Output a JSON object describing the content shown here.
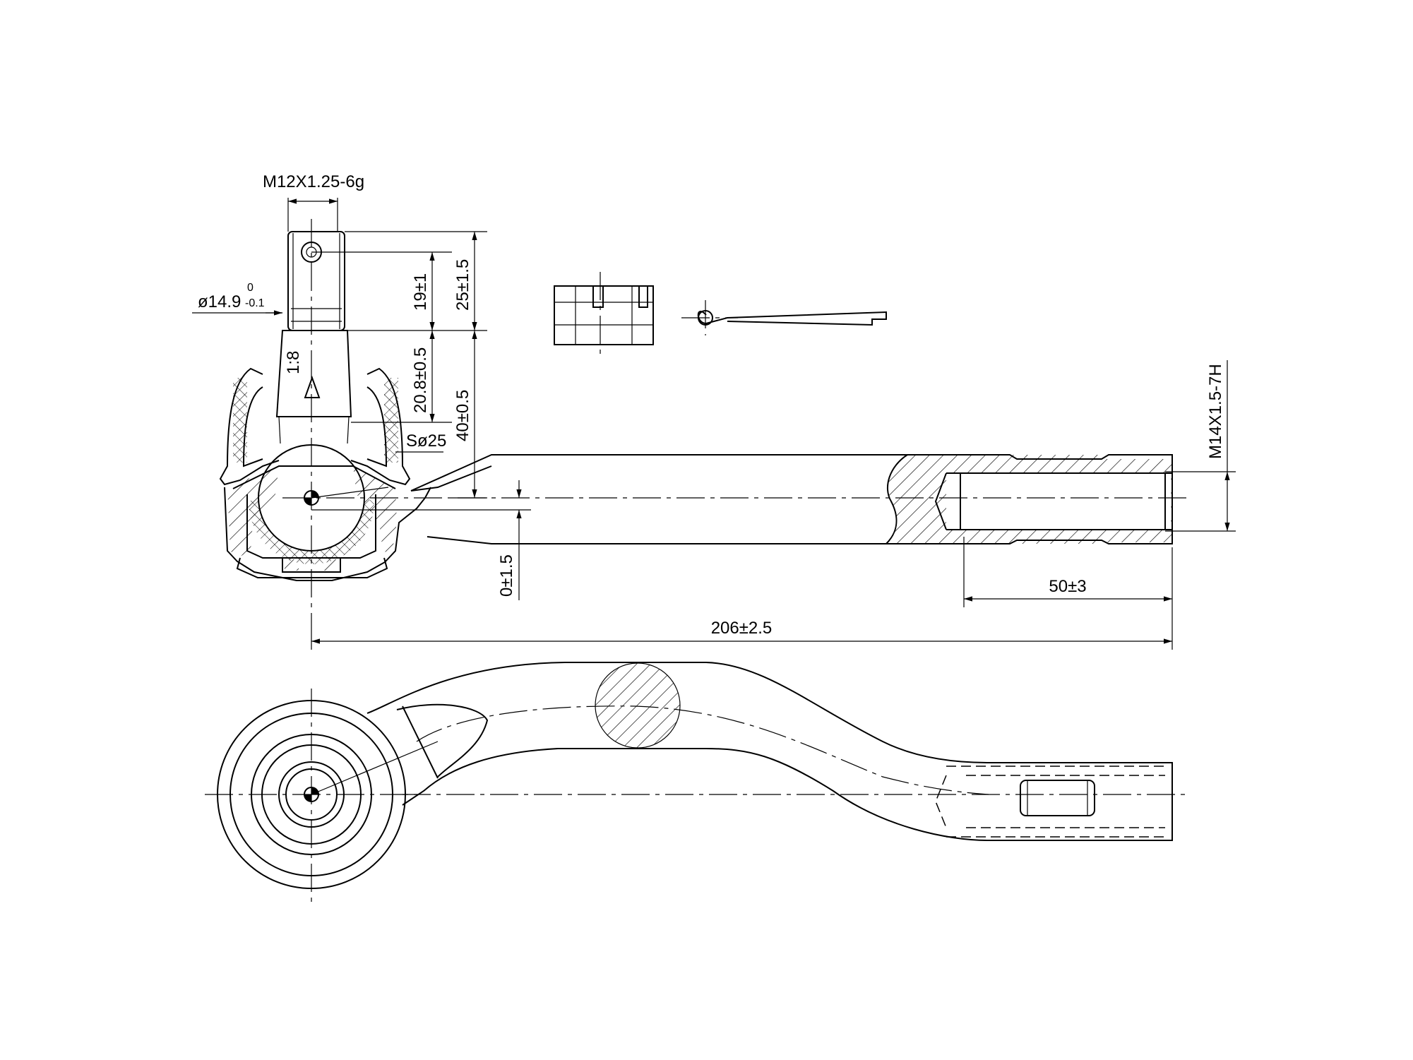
{
  "dimensions": {
    "thread_stud": "M12X1.25-6g",
    "stud_diameter": "ø14.9",
    "stud_tol_upper": "0",
    "stud_tol_lower": "-0.1",
    "taper": "1:8",
    "d19": "19±1",
    "d25": "25±1.5",
    "d20_8": "20.8±0.5",
    "d40": "40±0.5",
    "ball": "Sø25",
    "thread_end": "M14X1.5-7H",
    "offset": "0±1.5",
    "d50": "50±3",
    "d206": "206±2.5"
  }
}
